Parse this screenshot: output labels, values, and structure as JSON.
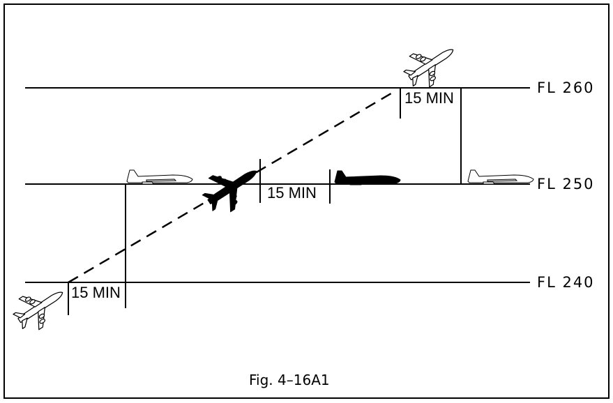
{
  "levels": [
    {
      "label": "FL 260"
    },
    {
      "label": "FL 250"
    },
    {
      "label": "FL 240"
    }
  ],
  "separations": [
    {
      "label": "15 MIN"
    },
    {
      "label": "15 MIN"
    },
    {
      "label": "15 MIN"
    }
  ],
  "caption": "Fig. 4–16A1",
  "icons": [
    "climbing-aircraft-icon",
    "level-aircraft-icon",
    "climbing-aircraft-black-icon",
    "level-aircraft-black-icon"
  ]
}
